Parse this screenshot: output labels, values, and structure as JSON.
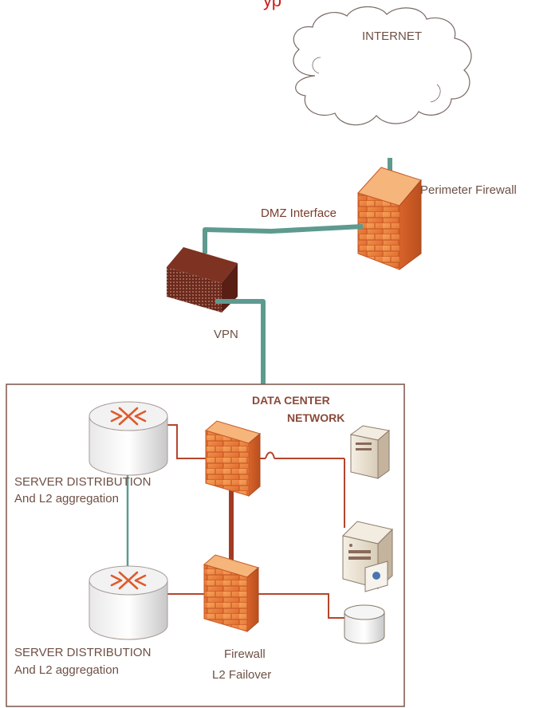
{
  "diagram": {
    "title_fragment": "ур",
    "internet_label": "INTERNET",
    "perimeter_firewall_label": "Perimeter Firewall",
    "dmz_interface_label": "DMZ Interface",
    "vpn_label": "VPN",
    "data_center_label_line1": "DATA CENTER",
    "data_center_label_line2": "NETWORK",
    "server_dist_top_line1": "SERVER DISTRIBUTION",
    "server_dist_top_line2": "And L2 aggregation",
    "server_dist_bottom_line1": "SERVER DISTRIBUTION",
    "server_dist_bottom_line2": "And L2 aggregation",
    "firewall_failover_line1": "Firewall",
    "firewall_failover_line2": "L2 Failover"
  },
  "colors": {
    "link_teal": "#5e9a8f",
    "link_rust": "#b5452c",
    "firewall_brick": "#f0883c",
    "box_border": "#7a5548"
  }
}
